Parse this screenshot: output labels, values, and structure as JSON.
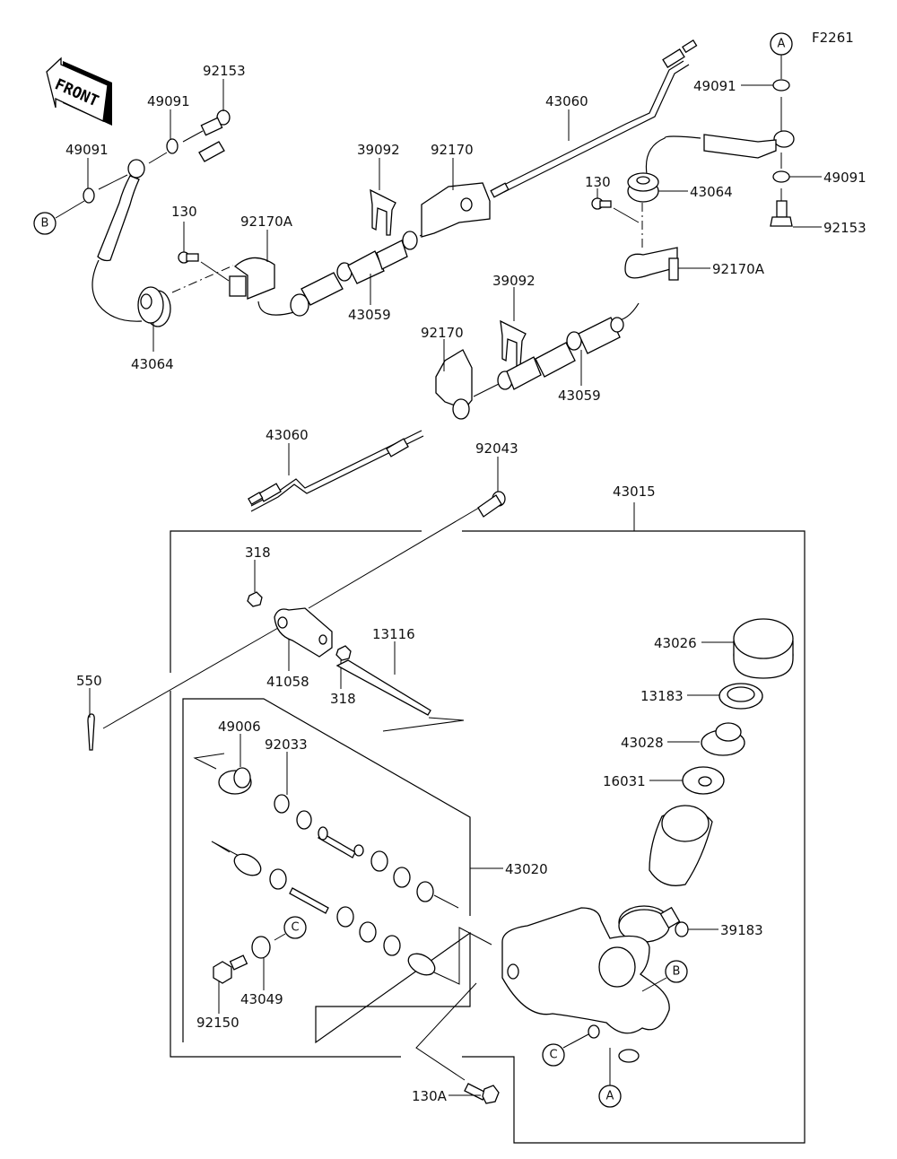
{
  "figure_id": "F2261",
  "front_arrow_label": "FRONT",
  "callouts": {
    "ref_a_top": "A",
    "ref_b_left": "B",
    "ref_c_left": "C",
    "ref_b_body": "B",
    "ref_c_body": "C",
    "ref_a_body": "A"
  },
  "parts": {
    "p92153_left": "92153",
    "p49091_upper": "49091",
    "p49091_left": "49091",
    "p130_left": "130",
    "p92170A_left": "92170A",
    "p43064_left": "43064",
    "p39092_upper": "39092",
    "p92170_upper": "92170",
    "p43060_upper": "43060",
    "p43059_upper": "43059",
    "p49091_right_top": "49091",
    "p49091_right_bottom": "49091",
    "p92153_right": "92153",
    "p130_right": "130",
    "p43064_right": "43064",
    "p92170A_right": "92170A",
    "p39092_lower": "39092",
    "p92170_lower": "92170",
    "p43059_lower": "43059",
    "p43060_lower": "43060",
    "p92043": "92043",
    "p43015": "43015",
    "p318_top": "318",
    "p318_bottom": "318",
    "p41058": "41058",
    "p13116": "13116",
    "p550": "550",
    "p43026": "43026",
    "p13183": "13183",
    "p43028": "43028",
    "p16031": "16031",
    "p49006": "49006",
    "p92033": "92033",
    "p43020": "43020",
    "p39183": "39183",
    "p43049": "43049",
    "p92150": "92150",
    "p130A": "130A"
  }
}
